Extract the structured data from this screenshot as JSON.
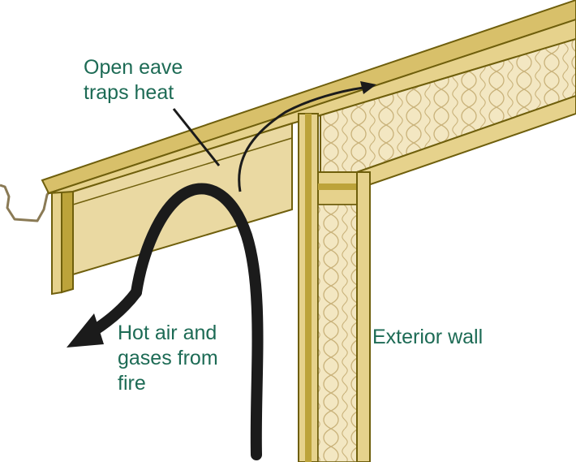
{
  "labels": {
    "open_eave": {
      "line1": "Open eave",
      "line2": "traps heat"
    },
    "hot_air": {
      "line1": "Hot air and",
      "line2": "gases from",
      "line3": "fire"
    },
    "exterior_wall": "Exterior wall"
  },
  "colors": {
    "lumber_fill": "#e6d28c",
    "lumber_outline": "#6f5f0c",
    "lumber_dark": "#bca33a",
    "insulation_fill": "#f3e7c2",
    "insulation_pattern": "#c9b27a",
    "label_text": "#1d6b55",
    "arrow": "#1b1b1b",
    "gutter": "#8a7a55"
  },
  "icons": {
    "hot_air_arrow": "arrow-icon",
    "heat_arrow": "arrow-icon",
    "gutter": "gutter-icon"
  }
}
